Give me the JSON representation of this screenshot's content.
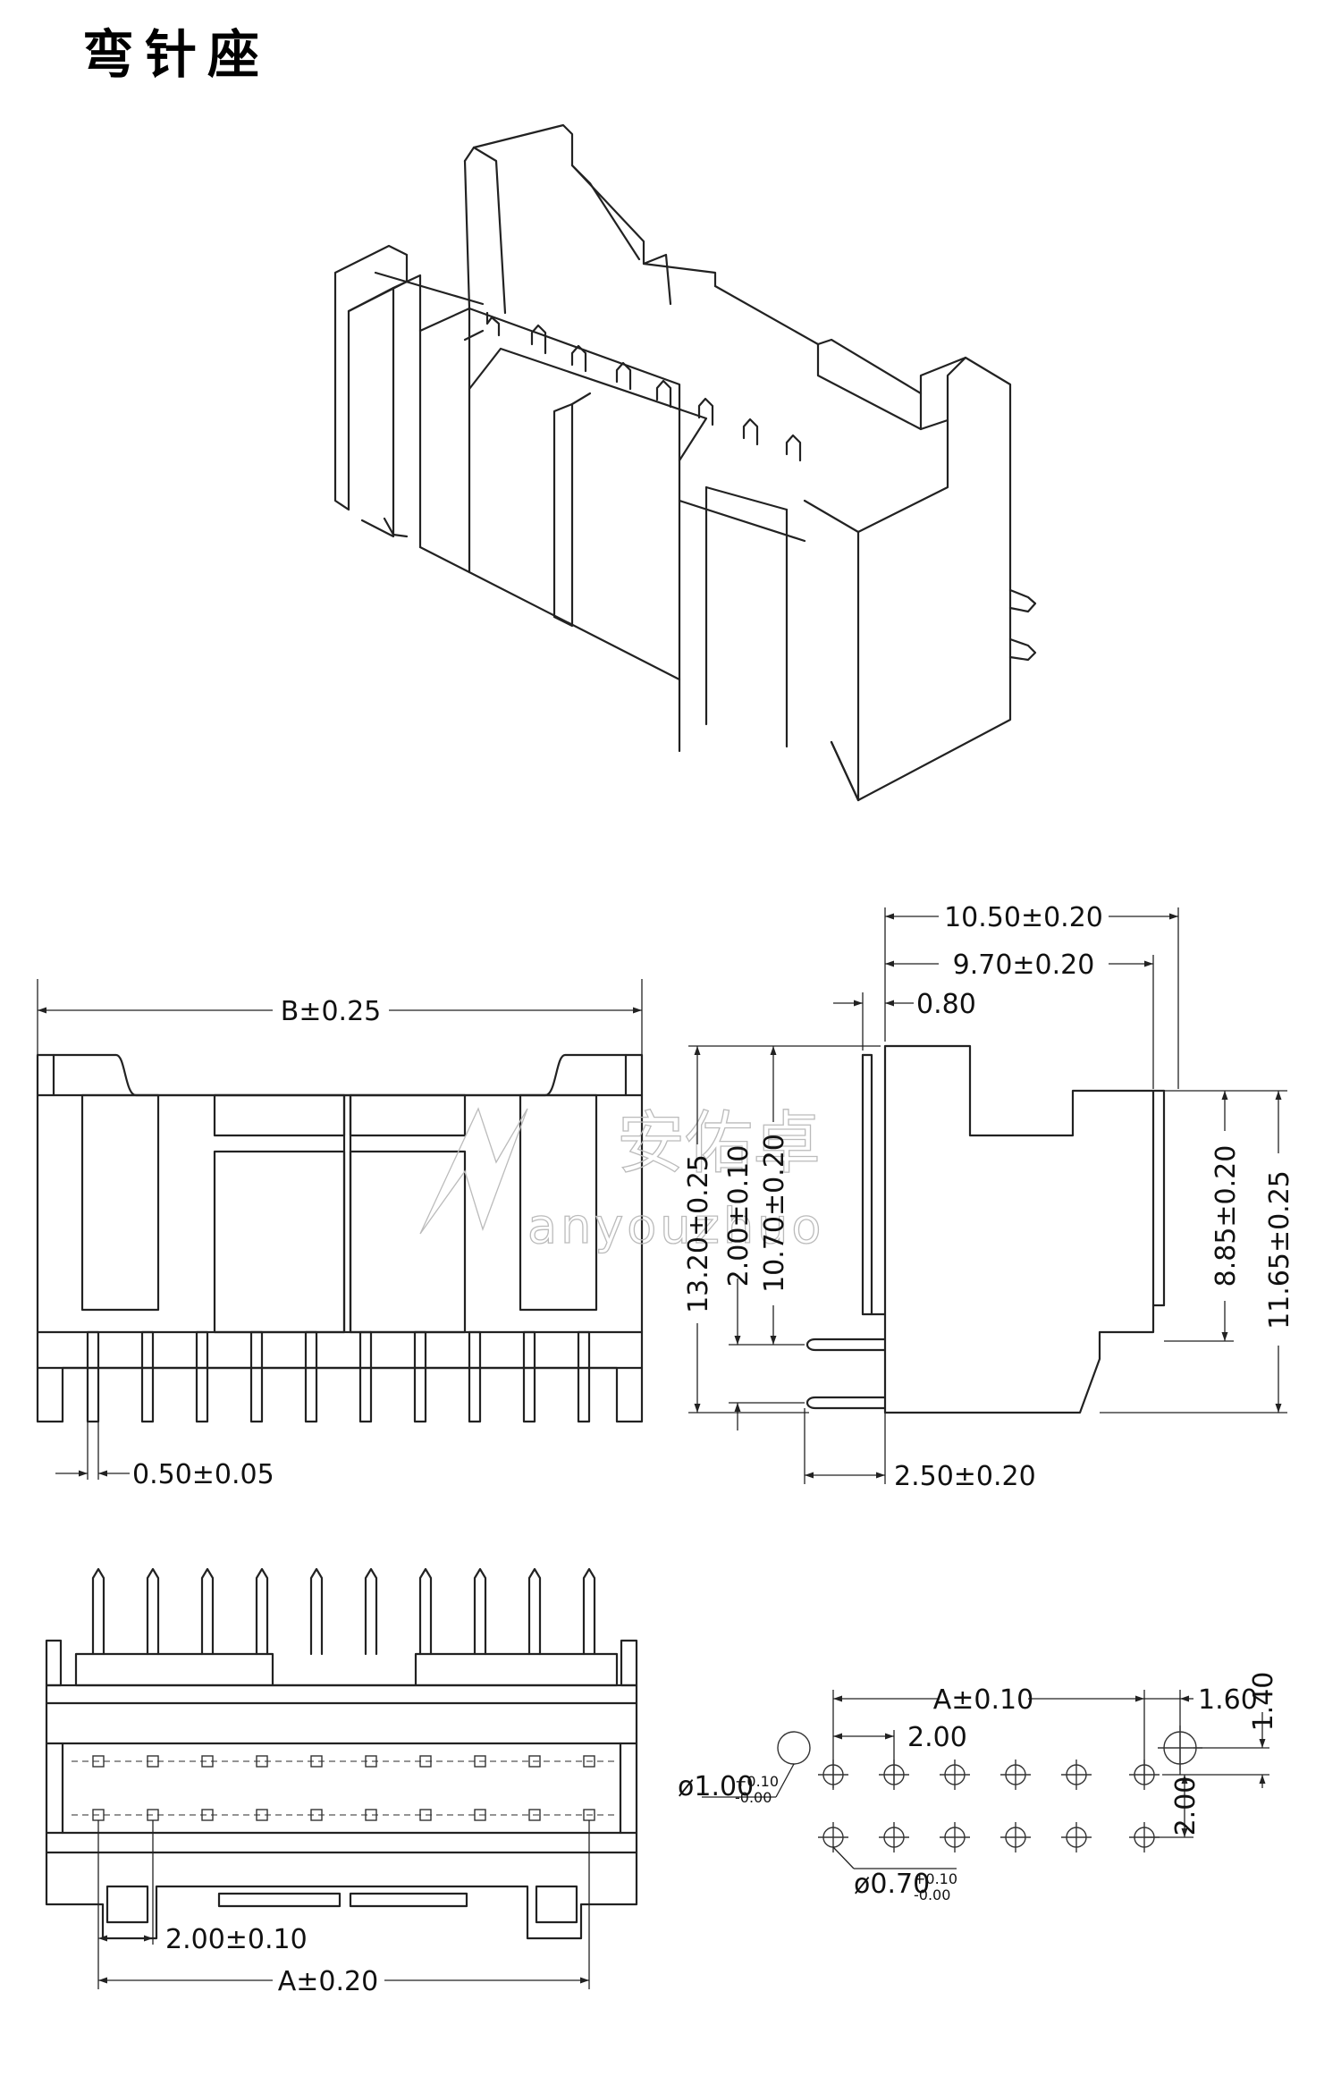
{
  "title": "弯针座",
  "watermark": {
    "cn": "安佑卓",
    "en": "anyouzhuo"
  },
  "front_view": {
    "width_dim": "B±0.25",
    "pin_width_dim": "0.50±0.05"
  },
  "side_view": {
    "dims": {
      "d1050": "10.50±0.20",
      "d970": "9.70±0.20",
      "d080": "0.80",
      "d1320": "13.20±0.25",
      "d200v": "2.00±0.10",
      "d1070": "10.70±0.20",
      "d885": "8.85±0.20",
      "d1165": "11.65±0.25",
      "d250": "2.50±0.20"
    }
  },
  "bottom_view": {
    "pitch_dim": "2.00±0.10",
    "length_dim": "A±0.20"
  },
  "pcb_layout": {
    "a_dim": "A±0.10",
    "d160": "1.60",
    "d140": "1.40",
    "d200h": "2.00",
    "d200v": "2.00",
    "hole_large_dia": "ø1.00",
    "hole_large_tol_upper": "+0.10",
    "hole_large_tol_lower": "-0.00",
    "hole_small_dia": "ø0.70",
    "hole_small_tol_upper": "+0.10",
    "hole_small_tol_lower": "-0.00"
  }
}
